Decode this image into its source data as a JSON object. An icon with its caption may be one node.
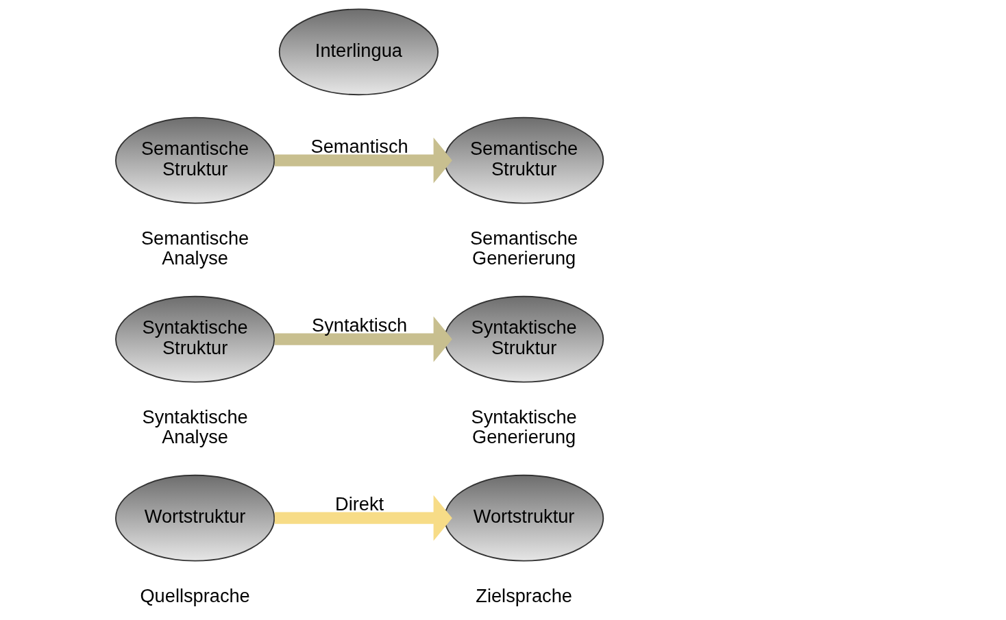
{
  "diagram": {
    "nodes": [
      {
        "text": [
          "Interlingua"
        ]
      },
      {
        "text": [
          "Semantische Struktur"
        ]
      },
      {
        "text": [
          "Semantische Struktur"
        ]
      },
      {
        "text": [
          "Syntaktische Struktur"
        ]
      },
      {
        "text": [
          "Syntaktische Struktur"
        ]
      },
      {
        "text": [
          "Wortstruktur"
        ]
      },
      {
        "text": [
          "Wortstruktur"
        ]
      }
    ],
    "edges": [
      {
        "from": 1,
        "to": 2,
        "arrow": "to",
        "label": "Semantisch"
      },
      {
        "from": 3,
        "to": 4,
        "arrow": "to",
        "label": "Syntaktisch"
      },
      {
        "from": 5,
        "to": 6,
        "arrow": "to",
        "label": "Direkt",
        "color": "#f7dc87"
      }
    ],
    "labels": [
      "Semantische Analyse",
      "Semantische Generierung",
      "Syntaktische Analyse",
      "Syntaktische Generierung",
      "Quellsprache",
      "Zielsprache"
    ]
  }
}
